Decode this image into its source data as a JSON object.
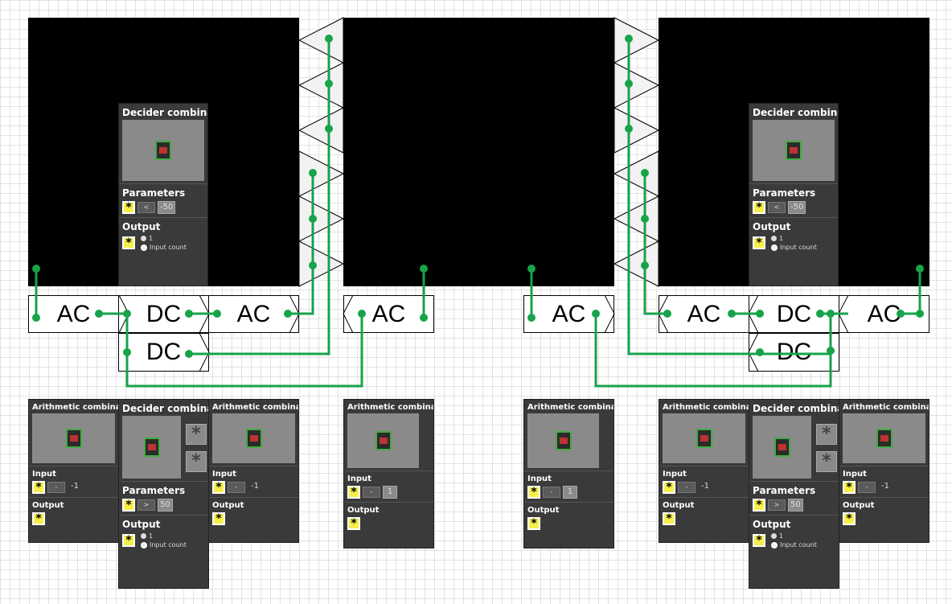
{
  "boxes": [
    {
      "label": "AC"
    },
    {
      "label": "DC"
    },
    {
      "label": "AC"
    },
    {
      "label": "DC"
    },
    {
      "label": "AC"
    },
    {
      "label": "AC"
    },
    {
      "label": "AC"
    },
    {
      "label": "DC"
    },
    {
      "label": "AC"
    },
    {
      "label": "DC"
    }
  ],
  "decider_top_left": {
    "title": "Decider combinator",
    "params_heading": "Parameters",
    "sign": "*",
    "op": "<",
    "value": "-50",
    "output_heading": "Output",
    "opt1": "1",
    "opt2": "Input count"
  },
  "decider_top_right": {
    "title": "Decider combinator",
    "params_heading": "Parameters",
    "sign": "*",
    "op": "<",
    "value": "-50",
    "output_heading": "Output",
    "opt1": "1",
    "opt2": "Input count"
  },
  "bottom_group_left": {
    "ac_left": {
      "title": "Arithmetic combinator",
      "input_heading": "Input",
      "sign": "*",
      "op": "-",
      "value": "-1",
      "output_heading": "Output",
      "out_sign": "*"
    },
    "dc": {
      "title": "Decider combinator",
      "params_heading": "Parameters",
      "sign": "*",
      "op": ">",
      "value": "50",
      "output_heading": "Output",
      "opt1": "1",
      "opt2": "Input count",
      "side1": "*",
      "side2": "*"
    },
    "ac_right": {
      "title": "Arithmetic combinator",
      "input_heading": "Input",
      "sign": "*",
      "op": "-",
      "value": "-1",
      "output_heading": "Output",
      "out_sign": "*"
    }
  },
  "ac_middle_left": {
    "title": "Arithmetic combinator",
    "input_heading": "Input",
    "sign": "*",
    "op": "-",
    "value": "1",
    "output_heading": "Output",
    "out_sign": "*"
  },
  "ac_middle_right": {
    "title": "Arithmetic combinator",
    "input_heading": "Input",
    "sign": "*",
    "op": "-",
    "value": "1",
    "output_heading": "Output",
    "out_sign": "*"
  },
  "bottom_group_right": {
    "ac_left": {
      "title": "Arithmetic combinator",
      "input_heading": "Input",
      "sign": "*",
      "op": "-",
      "value": "-1",
      "output_heading": "Output",
      "out_sign": "*"
    },
    "dc": {
      "title": "Decider combinator",
      "params_heading": "Parameters",
      "sign": "*",
      "op": ">",
      "value": "50",
      "output_heading": "Output",
      "opt1": "1",
      "opt2": "Input count",
      "side1": "*",
      "side2": "*"
    },
    "ac_right": {
      "title": "Arithmetic combinator",
      "input_heading": "Input",
      "sign": "*",
      "op": "-",
      "value": "-1",
      "output_heading": "Output",
      "out_sign": "*"
    }
  },
  "colors": {
    "wire": "#17a34a",
    "block": "#000000",
    "triangle_fill": "#f2f2f2"
  }
}
